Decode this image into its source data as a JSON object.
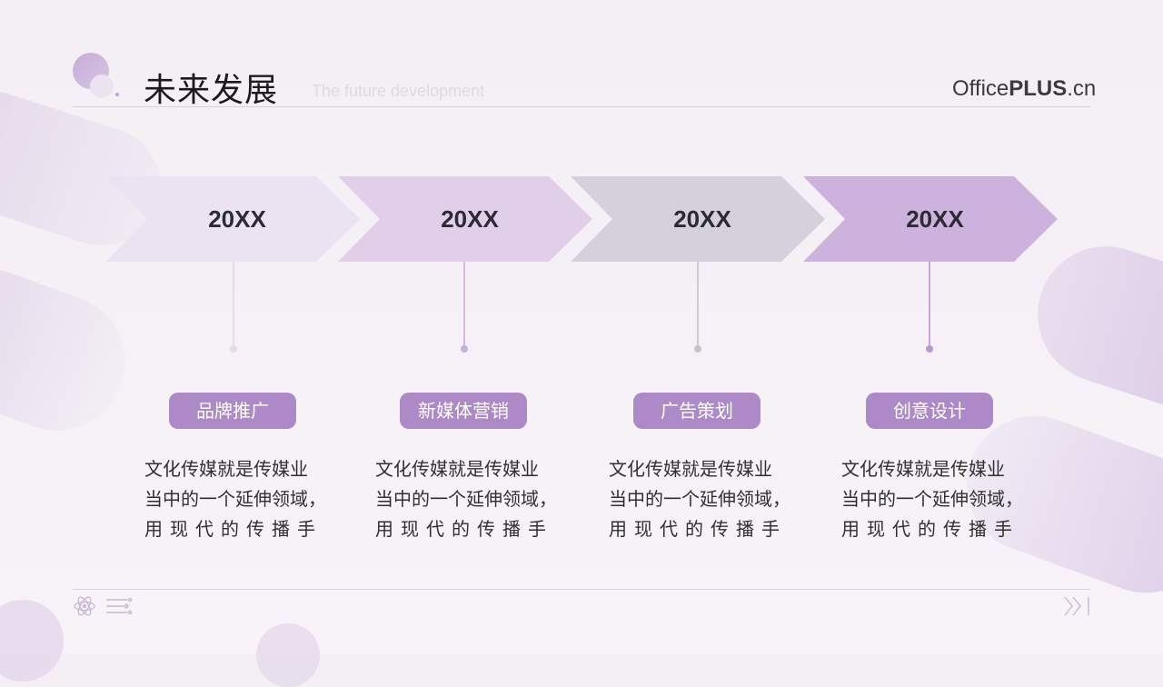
{
  "header": {
    "title": "未来发展",
    "subtitle": "The future development",
    "brand_prefix": "Office",
    "brand_bold": "PLUS",
    "brand_suffix": ".cn"
  },
  "colors": {
    "accent": "#ad89c7",
    "arrow_1": "#ebe3f2",
    "arrow_2": "#e1cfe9",
    "arrow_3": "#d4d0dc",
    "arrow_4": "#cdb2dd"
  },
  "timeline": [
    {
      "year": "20XX",
      "tag": "品牌推广",
      "lines": [
        "文化传媒就是传媒业",
        "当中的一个延伸领域，",
        "用现代的传播手"
      ]
    },
    {
      "year": "20XX",
      "tag": "新媒体营销",
      "lines": [
        "文化传媒就是传媒业",
        "当中的一个延伸领域，",
        "用现代的传播手"
      ]
    },
    {
      "year": "20XX",
      "tag": "广告策划",
      "lines": [
        "文化传媒就是传媒业",
        "当中的一个延伸领域，",
        "用现代的传播手"
      ]
    },
    {
      "year": "20XX",
      "tag": "创意设计",
      "lines": [
        "文化传媒就是传媒业",
        "当中的一个延伸领域，",
        "用现代的传播手"
      ]
    }
  ],
  "footer": {
    "icons": [
      "atom-icon",
      "menu-lines-icon",
      "fast-forward-icon"
    ]
  }
}
